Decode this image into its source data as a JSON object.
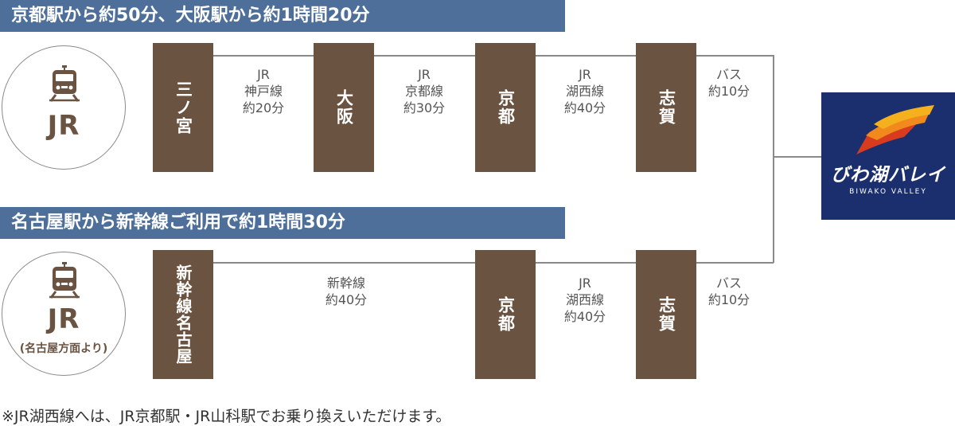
{
  "route1": {
    "banner": "京都駅から約50分、大阪駅から約1時間20分",
    "circle_label": "JR",
    "stations": [
      "三ノ宮",
      "大阪",
      "京都",
      "志賀"
    ],
    "segments": [
      "JR\n神戸線\n約20分",
      "JR\n京都線\n約30分",
      "JR\n湖西線\n約40分",
      "バス\n約10分"
    ]
  },
  "route2": {
    "banner": "名古屋駅から新幹線ご利用で約1時間30分",
    "circle_label": "JR",
    "circle_sub": "(名古屋方面より)",
    "stations": [
      "新幹線名古屋",
      "京都",
      "志賀"
    ],
    "segments": [
      "新幹線\n約40分",
      "JR\n湖西線\n約40分",
      "バス\n約10分"
    ]
  },
  "destination": {
    "name": "びわ湖バレイ",
    "name_en": "BIWAKO VALLEY"
  },
  "footnote": "※JR湖西線へは、JR京都駅・JR山科駅でお乗り換えいただけます。",
  "colors": {
    "banner": "#4e6f99",
    "station": "#6b5341",
    "logo_bg": "#1b2f6e",
    "logo_orange": "#f08a1c",
    "line": "#8a8a8a"
  }
}
